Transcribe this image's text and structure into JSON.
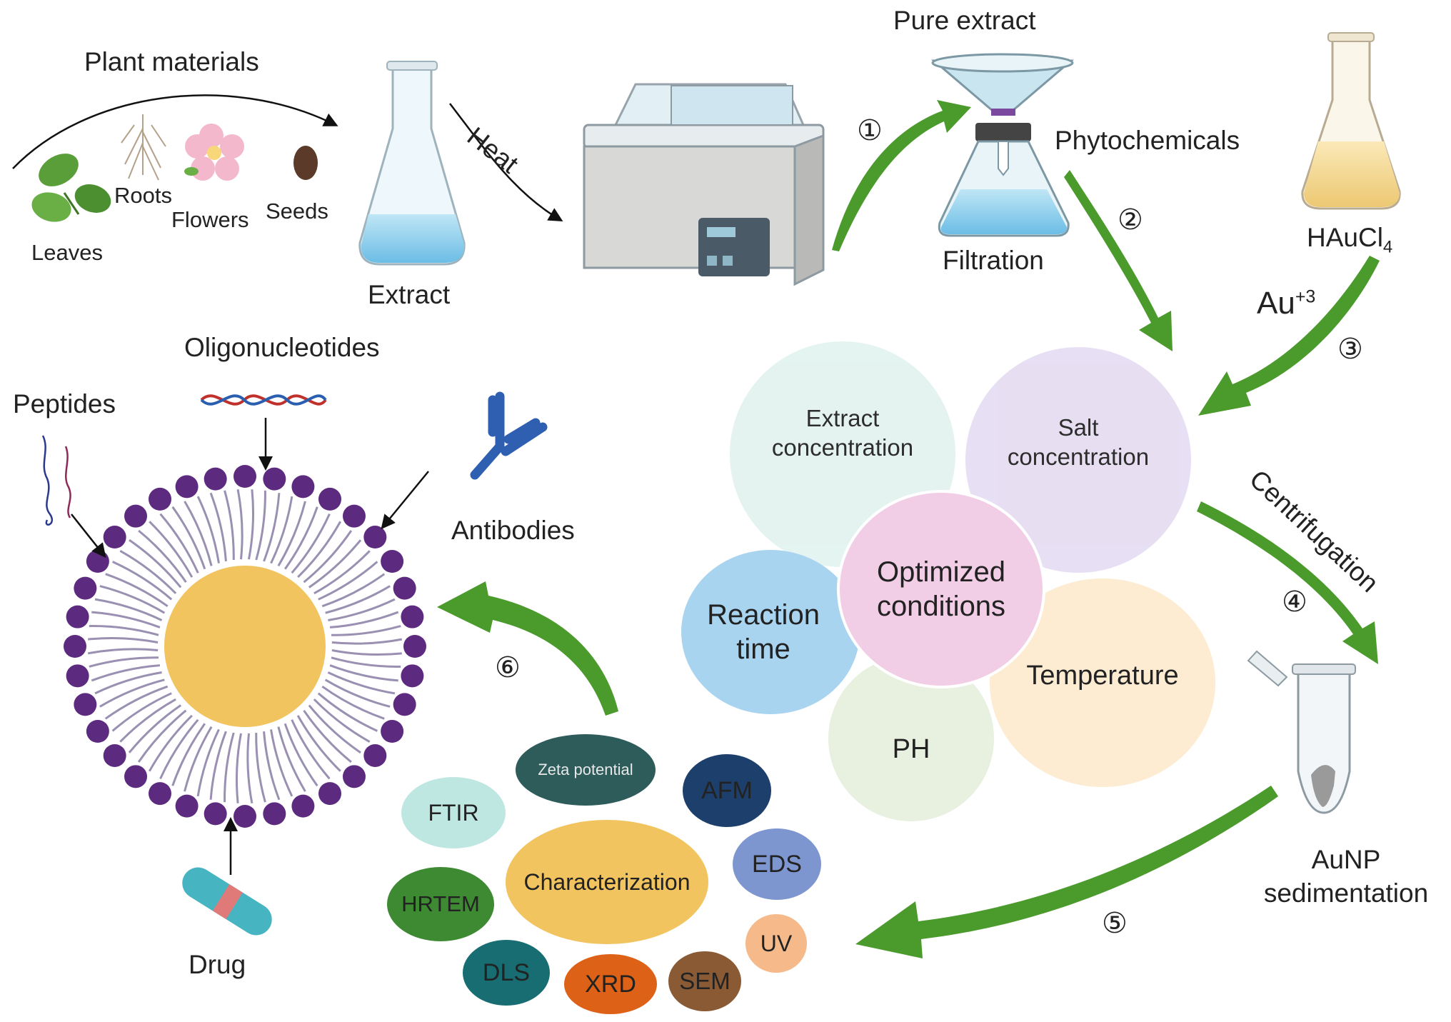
{
  "top": {
    "plant_materials": "Plant materials",
    "leaves": "Leaves",
    "roots": "Roots",
    "flowers": "Flowers",
    "seeds": "Seeds",
    "extract": "Extract",
    "heat": "Heat",
    "pure_extract": "Pure extract",
    "phytochemicals": "Phytochemicals",
    "filtration": "Filtration",
    "salt_formula": "HAuCl",
    "salt_subscript": "4",
    "ion": "Au",
    "ion_charge": "+3"
  },
  "steps": [
    "①",
    "②",
    "③",
    "④",
    "⑤",
    "⑥"
  ],
  "conditions": {
    "center": "Optimized conditions",
    "extract_concentration": "Extract concentration",
    "salt_concentration": "Salt concentration",
    "reaction_time": "Reaction time",
    "ph": "PH",
    "temperature": "Temperature"
  },
  "process": {
    "centrifugation": "Centrifugation",
    "aunp_sedimentation": "AuNP sedimentation"
  },
  "characterization": {
    "center": "Characterization",
    "methods": [
      "Zeta potential",
      "AFM",
      "FTIR",
      "EDS",
      "HRTEM",
      "UV",
      "DLS",
      "XRD",
      "SEM"
    ]
  },
  "nanoparticle": {
    "peptides": "Peptides",
    "oligonucleotides": "Oligonucleotides",
    "antibodies": "Antibodies",
    "drug": "Drug"
  },
  "colors": {
    "arrow_green": "#4a9a2c",
    "lipid_purple": "#5c2a7e",
    "gold_core": "#f2c460",
    "extract_circle": "#e3f3ef",
    "salt_circle": "#e6ddf2",
    "reaction_circle": "#a9d4f0",
    "ph_circle": "#e8f0e0",
    "temperature_circle": "#fdebd2",
    "center_circle": "#f2cde6"
  }
}
